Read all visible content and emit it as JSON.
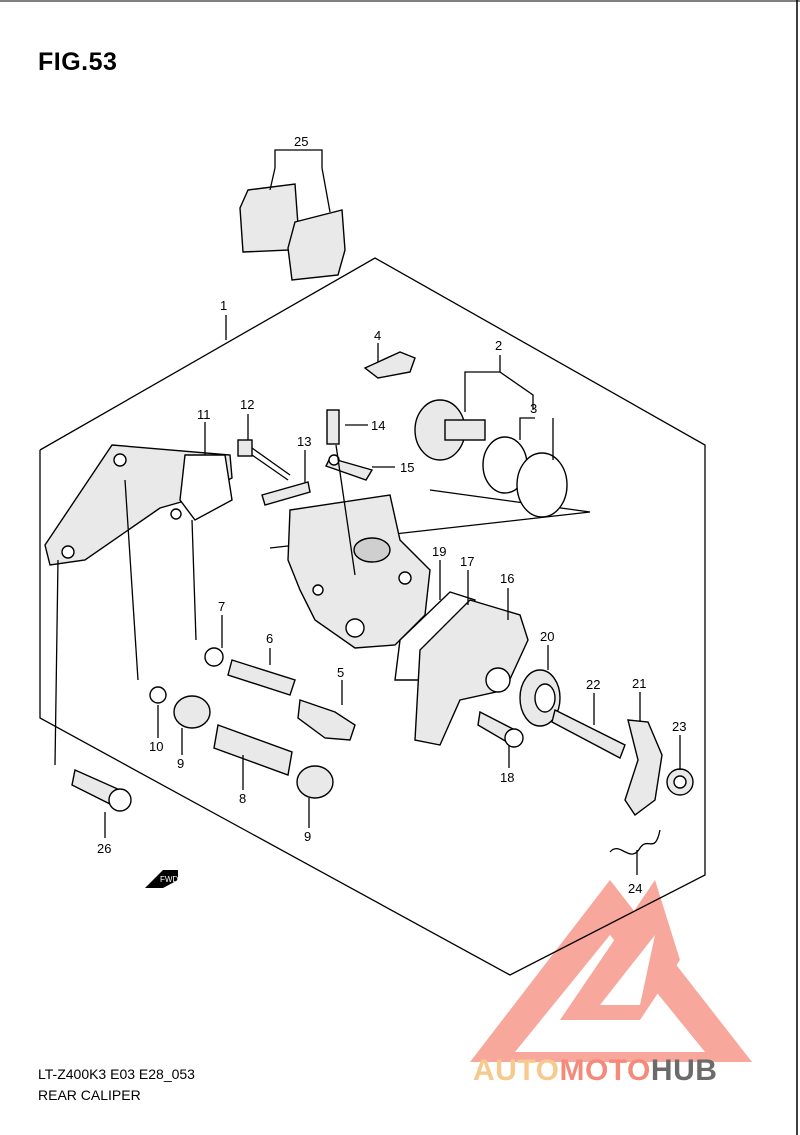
{
  "figure": {
    "title": "FIG.53",
    "model_code": "LT-Z400K3 E03 E28_053",
    "name": "REAR CALIPER"
  },
  "watermark": {
    "part1": "AUTO",
    "part2": "MOTO",
    "part3": "HUB",
    "colors": {
      "light": "#f7c98e",
      "red": "#f58a7a",
      "gray": "#6b6b6b"
    }
  },
  "fwd_label": "FWD",
  "callouts": {
    "c1": "1",
    "c2": "2",
    "c3": "3",
    "c4": "4",
    "c5": "5",
    "c6": "6",
    "c7": "7",
    "c8": "8",
    "c9a": "9",
    "c9b": "9",
    "c10": "10",
    "c11": "11",
    "c12": "12",
    "c13": "13",
    "c14": "14",
    "c15": "15",
    "c16": "16",
    "c17": "17",
    "c18": "18",
    "c19": "19",
    "c20": "20",
    "c21": "21",
    "c22": "22",
    "c23": "23",
    "c24": "24",
    "c25": "25",
    "c26": "26"
  }
}
